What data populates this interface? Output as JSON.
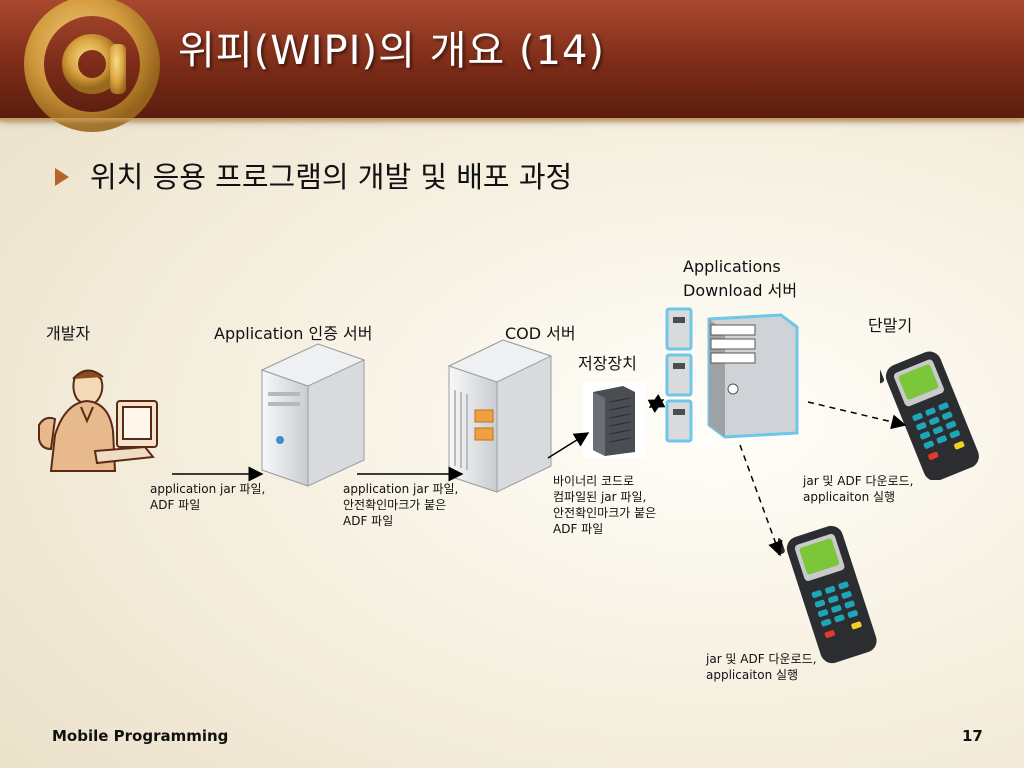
{
  "header": {
    "title": "위피(WIPI)의 개요 (14)"
  },
  "bullet": {
    "text": "위치 응용 프로그램의 개발 및 배포 과정"
  },
  "nodes": {
    "developer": "개발자",
    "auth_server": "Application 인증 서버",
    "cod_server": "COD 서버",
    "storage": "저장장치",
    "download_server": "Applications\nDownload 서버",
    "terminal": "단말기"
  },
  "edges": {
    "dev_to_auth": "application jar 파일,\nADF 파일",
    "auth_to_cod": "application jar 파일,\n안전확인마크가 붙은\nADF 파일",
    "cod_to_storage": "바이너리 코드로\n컴파일된 jar 파일,\n안전확인마크가 붙은\nADF 파일",
    "server_to_phone1": "jar 및 ADF 다운로드,\napplicaiton 실행",
    "server_to_phone2": "jar 및 ADF 다운로드,\napplicaiton 실행"
  },
  "footer": {
    "course": "Mobile Programming",
    "page": "17"
  },
  "colors": {
    "header": "#7d2c18",
    "accent": "#b5652a",
    "phone_screen": "#7cc63a",
    "keys": "#1fa5b8"
  }
}
